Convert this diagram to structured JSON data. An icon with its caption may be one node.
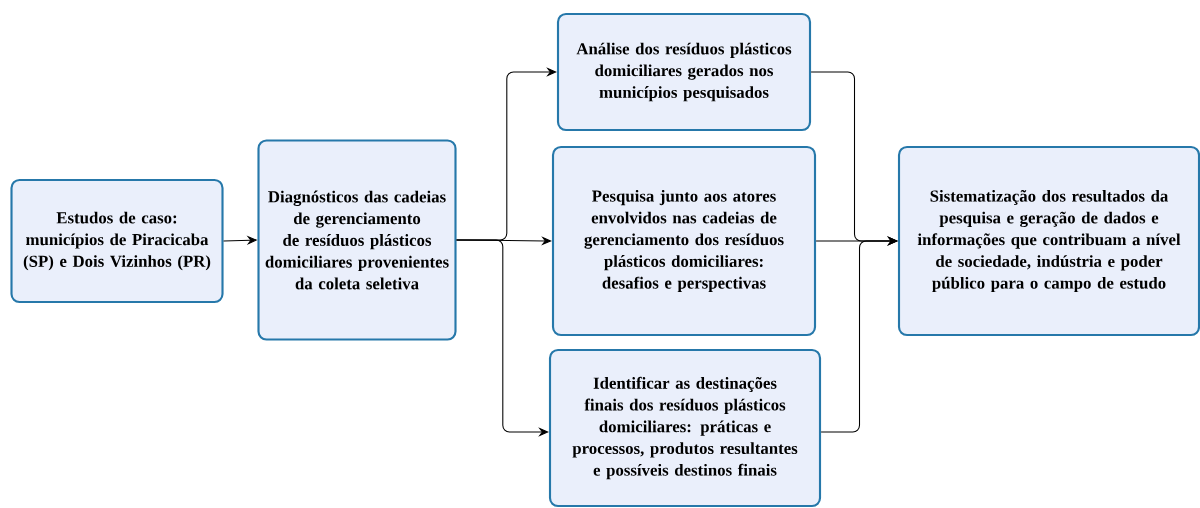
{
  "diagram": {
    "nodes": [
      {
        "text": [
          "Estudos de caso: municípios de Piracicaba (SP) e Dois Vizinhos (PR)"
        ]
      },
      {
        "text": [
          "Diagnósticos das cadeias de gerenciamento de resíduos plásticos domiciliares provenientes da coleta seletiva"
        ]
      },
      {
        "text": [
          "Análise dos resíduos plásticos domiciliares gerados nos municípios pesquisados"
        ]
      },
      {
        "text": [
          "Pesquisa junto aos atores envolvidos nas cadeias de gerenciamento dos resíduos plásticos domiciliares: desafios e perspectivas"
        ]
      },
      {
        "text": [
          "Identificar as destinações finais dos resíduos plásticos domiciliares: práticas e processos, produtos resultantes e possíveis destinos finais"
        ]
      },
      {
        "text": [
          "Sistematização dos resultados da pesquisa e geração de dados e informações que contribuam a nível de sociedade, indústria e poder público para o campo de estudo"
        ]
      }
    ],
    "edges": [
      {
        "from": 0,
        "to": 1,
        "arrow": "to"
      },
      {
        "from": 1,
        "to": 2,
        "arrow": "to"
      },
      {
        "from": 1,
        "to": 3,
        "arrow": "to"
      },
      {
        "from": 1,
        "to": 4,
        "arrow": "to"
      },
      {
        "from": 2,
        "to": 5,
        "arrow": "to"
      },
      {
        "from": 3,
        "to": 5,
        "arrow": "to"
      },
      {
        "from": 4,
        "to": 5,
        "arrow": "to"
      }
    ]
  }
}
